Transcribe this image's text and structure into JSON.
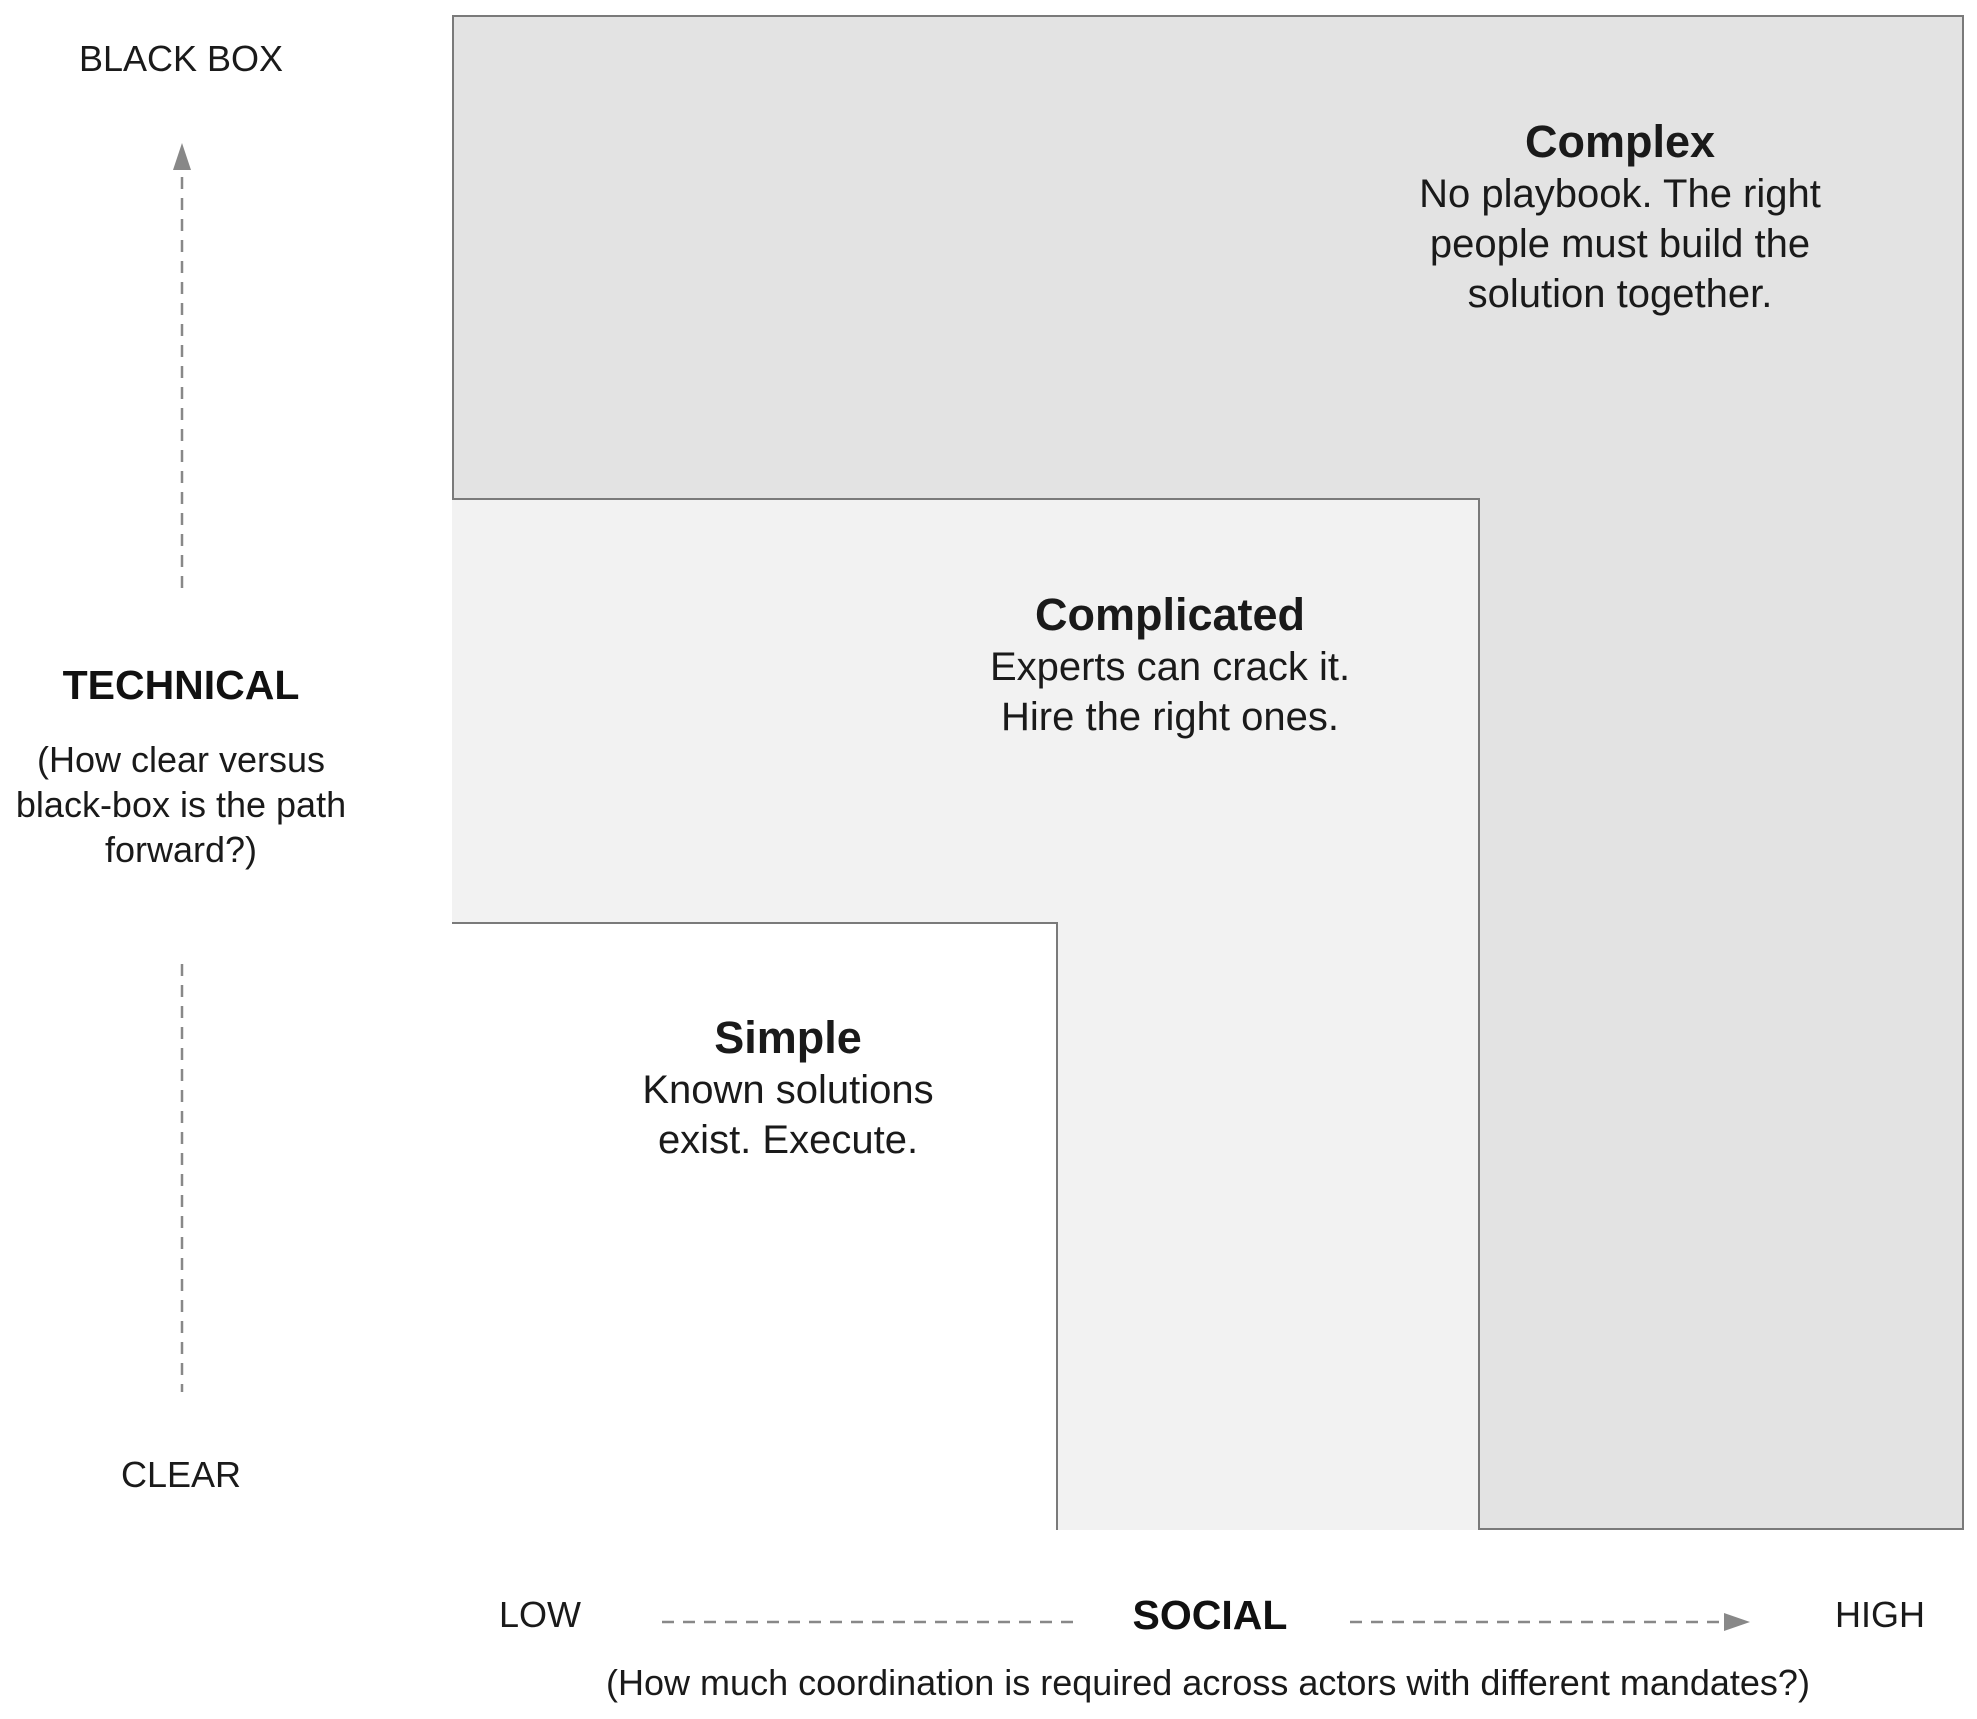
{
  "y_axis": {
    "top_label": "BLACK BOX",
    "bottom_label": "CLEAR",
    "title": "TECHNICAL",
    "question": "(How clear versus black-box is the path forward?)"
  },
  "x_axis": {
    "left_label": "LOW",
    "right_label": "HIGH",
    "title": "SOCIAL",
    "question": "(How much coordination is required across actors with different mandates?)"
  },
  "quadrants": {
    "complex": {
      "title": "Complex",
      "description": "No playbook. The right people must build the solution together."
    },
    "complicated": {
      "title": "Complicated",
      "description": "Experts can crack it. Hire the right ones."
    },
    "simple": {
      "title": "Simple",
      "description": "Known solutions exist. Execute."
    }
  },
  "colors": {
    "complex_fill": "#e3e3e3",
    "complicated_fill": "#f2f2f2",
    "simple_fill": "#ffffff",
    "border": "#7a7a7a",
    "arrow": "#888888"
  }
}
